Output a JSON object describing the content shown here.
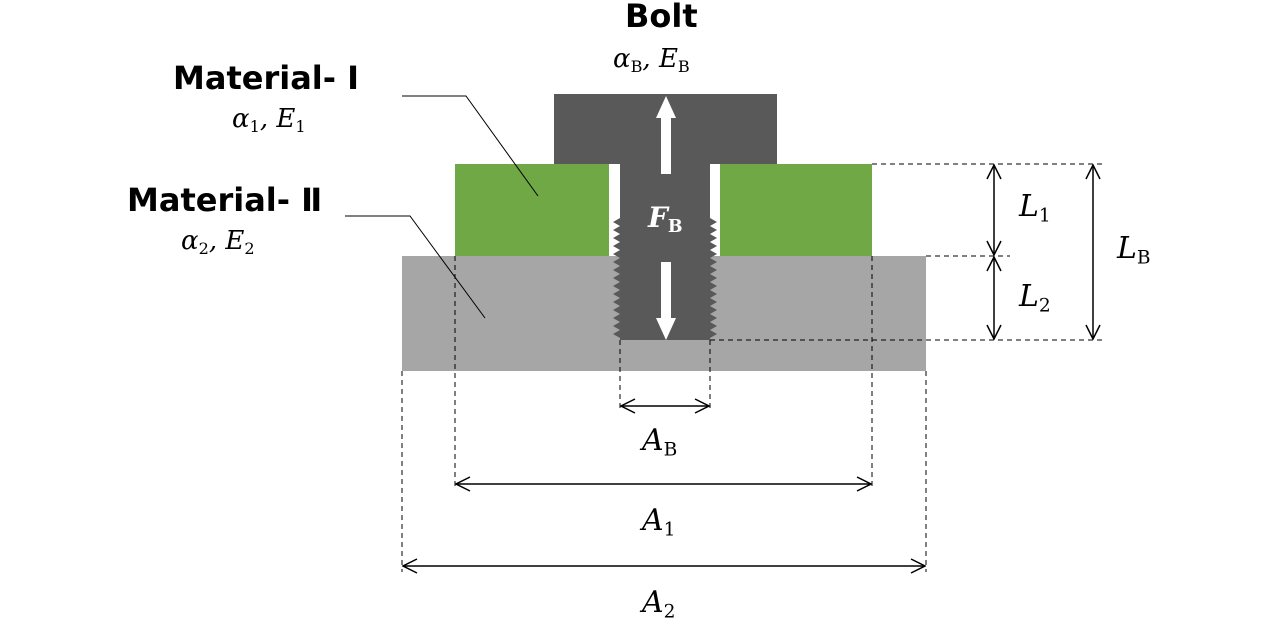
{
  "bolt": {
    "title": "Bolt",
    "alpha": "α",
    "alpha_sub": "B",
    "E": "E",
    "E_sub": "B"
  },
  "material1": {
    "title": "Material- Ⅰ",
    "alpha": "α",
    "alpha_sub": "1",
    "E": "E",
    "E_sub": "1"
  },
  "material2": {
    "title": "Material- Ⅱ",
    "alpha": "α",
    "alpha_sub": "2",
    "E": "E",
    "E_sub": "2"
  },
  "force": {
    "symbol": "F",
    "sub": "B"
  },
  "lengths": {
    "L1": {
      "symbol": "L",
      "sub": "1"
    },
    "L2": {
      "symbol": "L",
      "sub": "2"
    },
    "LB": {
      "symbol": "L",
      "sub": "B"
    }
  },
  "areas": {
    "AB": {
      "symbol": "A",
      "sub": "B"
    },
    "A1": {
      "symbol": "A",
      "sub": "1"
    },
    "A2": {
      "symbol": "A",
      "sub": "2"
    }
  },
  "separator": ",",
  "colors": {
    "bolt": "#595959",
    "material1": "#70a846",
    "material2": "#a6a6a6",
    "arrow": "#ffffff",
    "line": "#000000"
  }
}
